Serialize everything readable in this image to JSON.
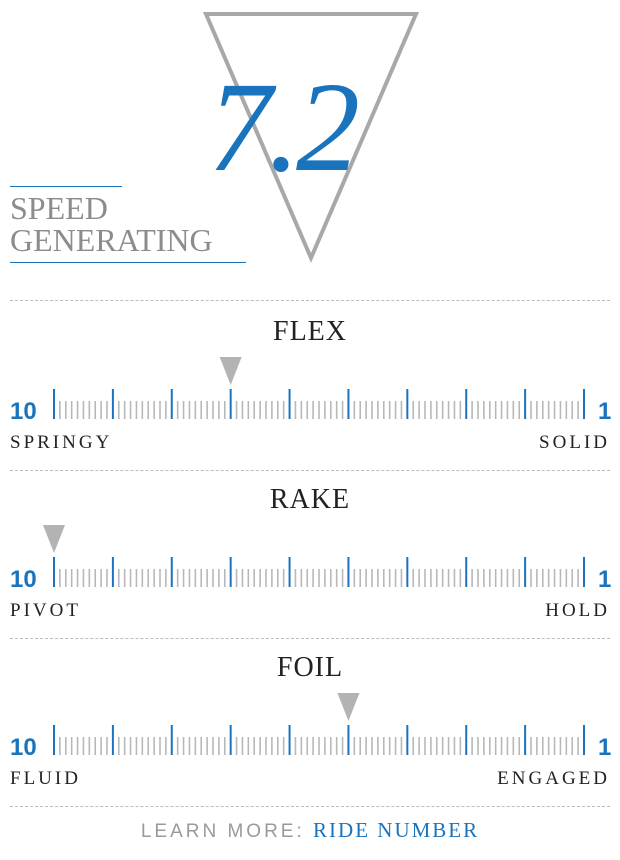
{
  "header": {
    "ride_number": "7.2",
    "category_line1": "SPEED",
    "category_line2": "GENERATING"
  },
  "meters": [
    {
      "title": "FLEX",
      "scale_left": "10",
      "scale_right": "1",
      "left_label": "SPRINGY",
      "right_label": "SOLID",
      "value": 7.0
    },
    {
      "title": "RAKE",
      "scale_left": "10",
      "scale_right": "1",
      "left_label": "PIVOT",
      "right_label": "HOLD",
      "value": 10.0
    },
    {
      "title": "FOIL",
      "scale_left": "10",
      "scale_right": "1",
      "left_label": "FLUID",
      "right_label": "ENGAGED",
      "value": 5.0
    }
  ],
  "footer": {
    "label": "LEARN MORE:",
    "link": "RIDE NUMBER"
  },
  "colors": {
    "accent": "#1a74bd",
    "tick_gray": "#b8b8b8",
    "indicator": "#b3b3b3",
    "triangle": "#a8a8a8"
  },
  "icons": {
    "indicator": "triangle-down-icon",
    "badge": "inverted-triangle-badge"
  }
}
